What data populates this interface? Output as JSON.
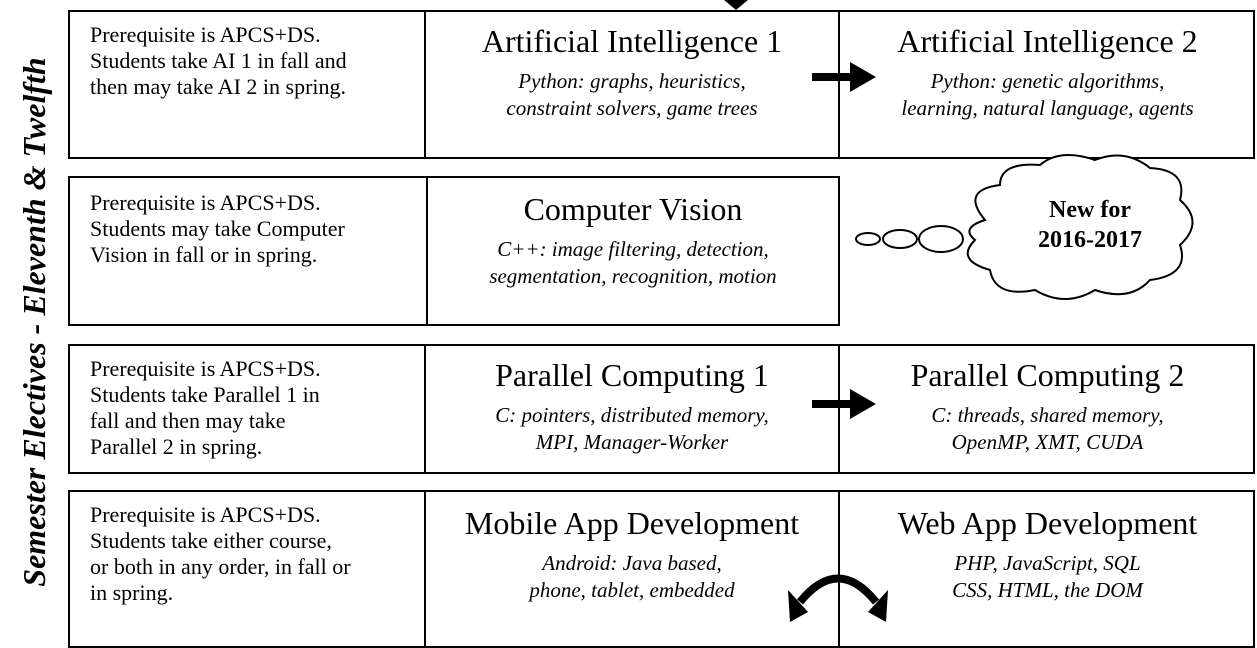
{
  "side_title": "Semester Electives - Eleventh & Twelfth",
  "rows": [
    {
      "prereq": [
        "Prerequisite is APCS+DS.",
        "Students take AI 1 in fall and",
        "then may take AI 2 in spring."
      ],
      "course_a": {
        "name": "Artificial Intelligence 1",
        "topics": [
          "Python:  graphs, heuristics,",
          "constraint solvers, game trees"
        ]
      },
      "course_b": {
        "name": "Artificial Intelligence 2",
        "topics": [
          "Python:  genetic algorithms,",
          "learning, natural language, agents"
        ]
      }
    },
    {
      "prereq": [
        "Prerequisite is APCS+DS.",
        "Students may take Computer",
        "Vision in fall or in spring."
      ],
      "course_a": {
        "name": "Computer Vision",
        "topics": [
          "C++:  image filtering, detection,",
          "segmentation, recognition, motion"
        ]
      },
      "callout": [
        "New for",
        "2016-2017"
      ]
    },
    {
      "prereq": [
        "Prerequisite is APCS+DS.",
        "Students take Parallel 1 in",
        "fall and then may take",
        "Parallel 2 in spring."
      ],
      "course_a": {
        "name": "Parallel Computing 1",
        "topics": [
          "C:  pointers, distributed memory,",
          "MPI, Manager-Worker"
        ]
      },
      "course_b": {
        "name": "Parallel Computing 2",
        "topics": [
          "C:  threads, shared memory,",
          "OpenMP, XMT, CUDA"
        ]
      }
    },
    {
      "prereq": [
        "Prerequisite is APCS+DS.",
        "Students take either course,",
        "or both in any order, in fall or",
        "in spring."
      ],
      "course_a": {
        "name": "Mobile App Development",
        "topics": [
          "Android:  Java based,",
          "phone, tablet, embedded"
        ]
      },
      "course_b": {
        "name": "Web App Development",
        "topics": [
          "PHP, JavaScript, SQL",
          "CSS, HTML, the DOM"
        ]
      }
    }
  ]
}
